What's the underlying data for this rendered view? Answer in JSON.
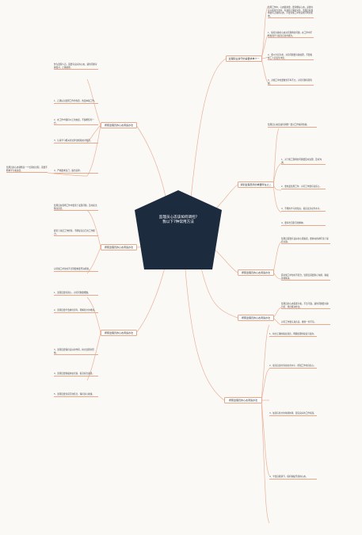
{
  "center": {
    "title_line1": "监理员心态该如何调控?",
    "title_line2": "我以下7种常用方法"
  },
  "branches": [
    {
      "label": "监理职业操守的第要求单十一"
    },
    {
      "label": "按照监理员的心态调适办法"
    },
    {
      "label": "辨别监理员所的重要所在之二"
    },
    {
      "label": "按照监理员的心态调适办法"
    },
    {
      "label": "按照监理员的心态调适办法"
    },
    {
      "label": "按照监理员的心态调适办法"
    },
    {
      "label": "按照监理员的心态调适办法"
    },
    {
      "label": "按照监理员的心态调适办法"
    }
  ],
  "texts": {
    "r1_a": "监理工作中，心态很重要，要调整好心态，必要时可以使用方法的，有效并正确的对待。监理员在现场要有正确的心态，不要对施工单位造成不利的影响。",
    "r1_b": "1、保持冷静的心态对待现场的问题，在工作中不断加强学习提高自身的能力。",
    "r1_c": "2、要以大局为重，对待问题要冷静处理，不要和施工人员发生冲突。",
    "r1_d": "3、对施工单位要做到不卑不亢，对待问题有理有据。",
    "r2_a": "监理员心态该如何调整？要对工作保持热情。",
    "r2_b": "1、对于施工现场的问题要及时处理，及时沟通。",
    "r2_c": "2、要热爱监理工作，对待工作要有责任心。",
    "r2_d": "3、不断的学习新知识，提高自身业务水平。",
    "r2_e": "4、要有吃苦耐劳的精神。",
    "r3_a": "监理员需要有良好的心理素质，能够在各种环境下保持冷静。",
    "r3_b": "面对施工单位的不配合，监理员需要耐心沟通，积极协调解决。",
    "r4_a": "监理员的心态需要平和，不急不躁，遇到问题要冷静分析，找出解决办法。",
    "r4_b": "对待工作要认真负责，做到一丝不苟。",
    "r5_a": "1、树立正确的职业观念，明确监理的职责与使命。",
    "r5_b": "2、提高自身的专业技术水平，增强工作的自信心。",
    "r5_c": "3、加强与各方的沟通协调，营造良好的工作氛围。",
    "r5_d": "4、学会自我调节，保持积极乐观的心态。",
    "l1_a": "作为监理人员，需要有良好的心态，遇到问题冷静面对，正确处理。",
    "l1_b": "1、正确认识监理工作的性质，热爱本职工作。",
    "l1_c": "2、在工作中保持公正的态度，不偏袒任何一方。",
    "l1_d": "3、认真学习相关的法律法规和技术规范。",
    "l1_e": "4、严格要求自己，廉洁自律。",
    "l2_a": "监理员在现场工作中要善于发现问题，及时提出整改意见。",
    "l2_b": "要善于总结工作经验，不断提高自己的工作能力。",
    "l2_c": "对待施工单位的不合理要求要坚决拒绝。",
    "l3_a": "1、监理员要有耐心，对待问题要细致。",
    "l3_b": "2、监理员要学会换位思考，理解各方的难处。",
    "l3_c": "3、监理员要保持良好的作风，树立监理的形象。",
    "l3_d": "4、监理员要积极参加培训，提高综合素质。",
    "l3_e": "5、监理员要注意劳逸结合，保持身心健康。",
    "left_note": "监理员的心态调整是一个长期的过程，需要不断地学习和总结。"
  }
}
